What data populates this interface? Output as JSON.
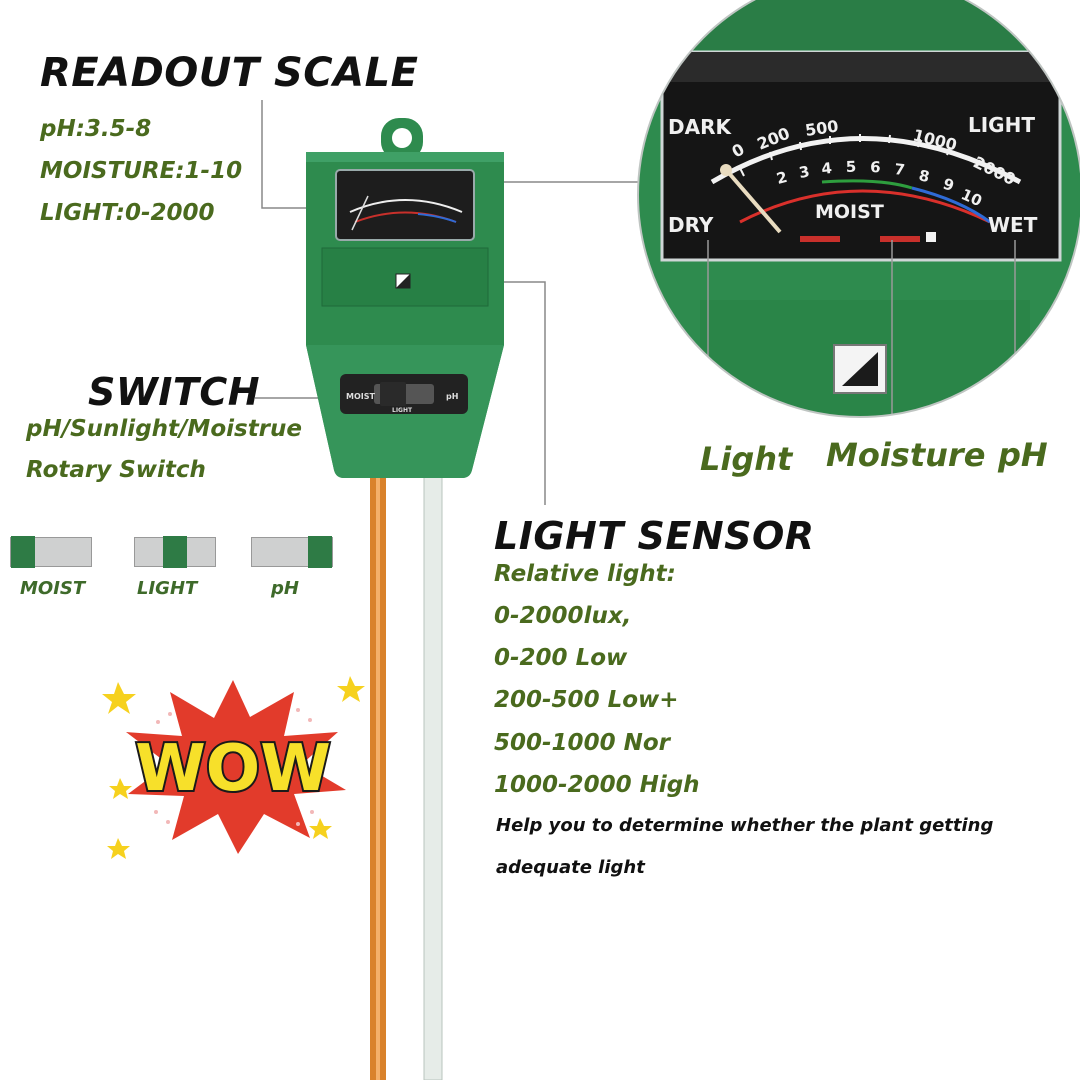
{
  "readout": {
    "title": "READOUT SCALE",
    "lines": [
      "pH:3.5-8",
      "MOISTURE:1-10",
      "LIGHT:0-2000"
    ]
  },
  "switch": {
    "title": "SWITCH",
    "lines": [
      "pH/Sunlight/Moistrue",
      "Rotary Switch"
    ],
    "positions": [
      "MOIST",
      "LIGHT",
      "pH"
    ]
  },
  "light_sensor": {
    "title": "LIGHT SENSOR",
    "lines": [
      "Relative light:",
      "0-2000lux,",
      "0-200 Low",
      "200-500 Low+",
      "500-1000 Nor",
      "1000-2000 High"
    ],
    "note_lines": [
      "Help you to determine whether the plant getting",
      "adequate light"
    ]
  },
  "zoom_labels": [
    "Light",
    "Moisture",
    "pH"
  ],
  "dial": {
    "left_top": "DARK",
    "right_top": "LIGHT",
    "left_bottom": "DRY",
    "right_bottom": "WET",
    "center": "MOIST",
    "light_ticks": [
      "0",
      "200",
      "500",
      "1000",
      "2000"
    ],
    "moist_ticks": [
      "2",
      "3",
      "4",
      "5",
      "6",
      "7",
      "8",
      "9",
      "10"
    ]
  },
  "sticker": {
    "text": "WOW"
  },
  "device": {
    "switch_left": "MOIST",
    "switch_right": "pH",
    "switch_under": "LIGHT"
  },
  "colors": {
    "device_green": "#2e8b4e",
    "label_green": "#4a6a1e",
    "probe_copper": "#d9822b",
    "probe_white": "#e6ece8"
  }
}
